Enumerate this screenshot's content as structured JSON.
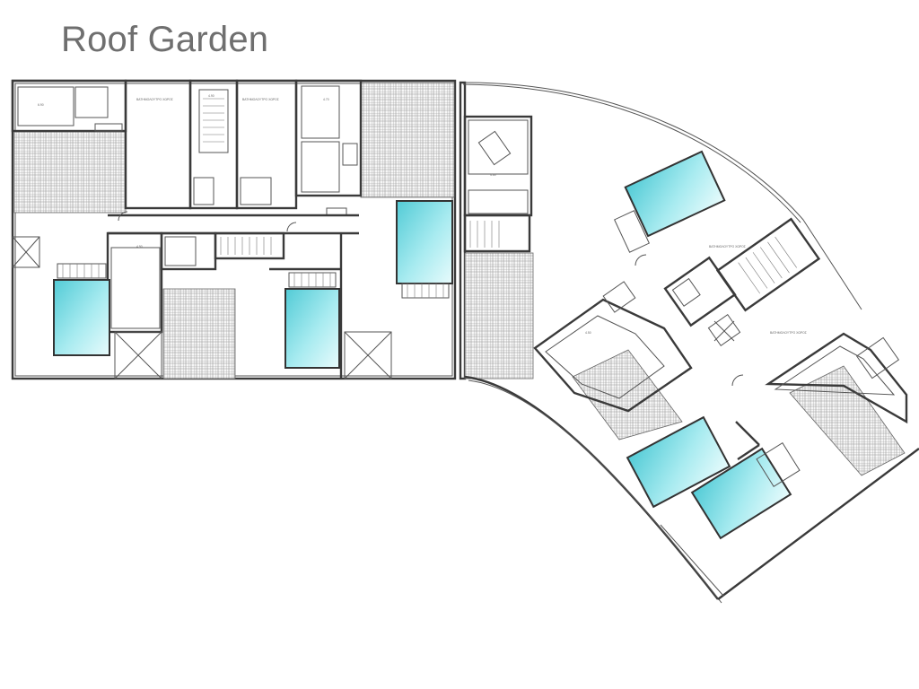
{
  "title": "Roof Garden",
  "colors": {
    "walls": "#3a3a3a",
    "pool": "#5cd4dd",
    "deck_hatch": "#9a9a9a",
    "background": "#ffffff",
    "title": "#6f6f6f"
  },
  "labels": {
    "l1": "ΒΑΤΗΜΟΛΟΥΤΡΟ ΧΩΡΟΣ",
    "l2": "ΒΑΤΗΜΟΛΟΥΤΡΟ ΧΩΡΟΣ",
    "l3": "ΒΑΤΗΜΟΛΟΥΤΡΟ ΧΩΡΟΣ",
    "l4": "ΒΑΤΗΜΟΛΟΥΤΡΟ ΧΩΡΟΣ",
    "d1": "6.90",
    "d2": "4.90",
    "d3": "4.70",
    "d4": "4.90",
    "d5": "4.60",
    "d6": "4.50"
  }
}
